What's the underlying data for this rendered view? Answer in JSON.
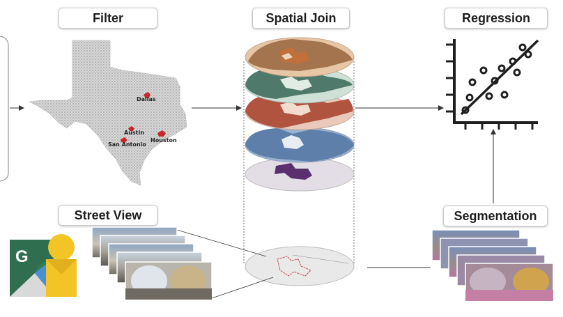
{
  "stages": {
    "filter": "Filter",
    "spatial_join": "Spatial Join",
    "regression": "Regression",
    "street_view": "Street View",
    "segmentation": "Segmentation"
  },
  "map": {
    "cities": [
      "Dallas",
      "Austin",
      "San Antonio",
      "Houston"
    ]
  },
  "colors": {
    "layer_orange": "#c0703a",
    "layer_green": "#4f7a6b",
    "layer_red": "#b0533f",
    "layer_blue": "#5d7faa",
    "layer_purple": "#5a2f6e",
    "city_marker": "#c62828",
    "street_view_icon_green": "#2e7d57",
    "street_view_icon_yellow": "#f2c425",
    "street_view_icon_blue": "#4a8fd6"
  },
  "icons": [
    "street-view-icon",
    "scatter-regression-icon"
  ]
}
